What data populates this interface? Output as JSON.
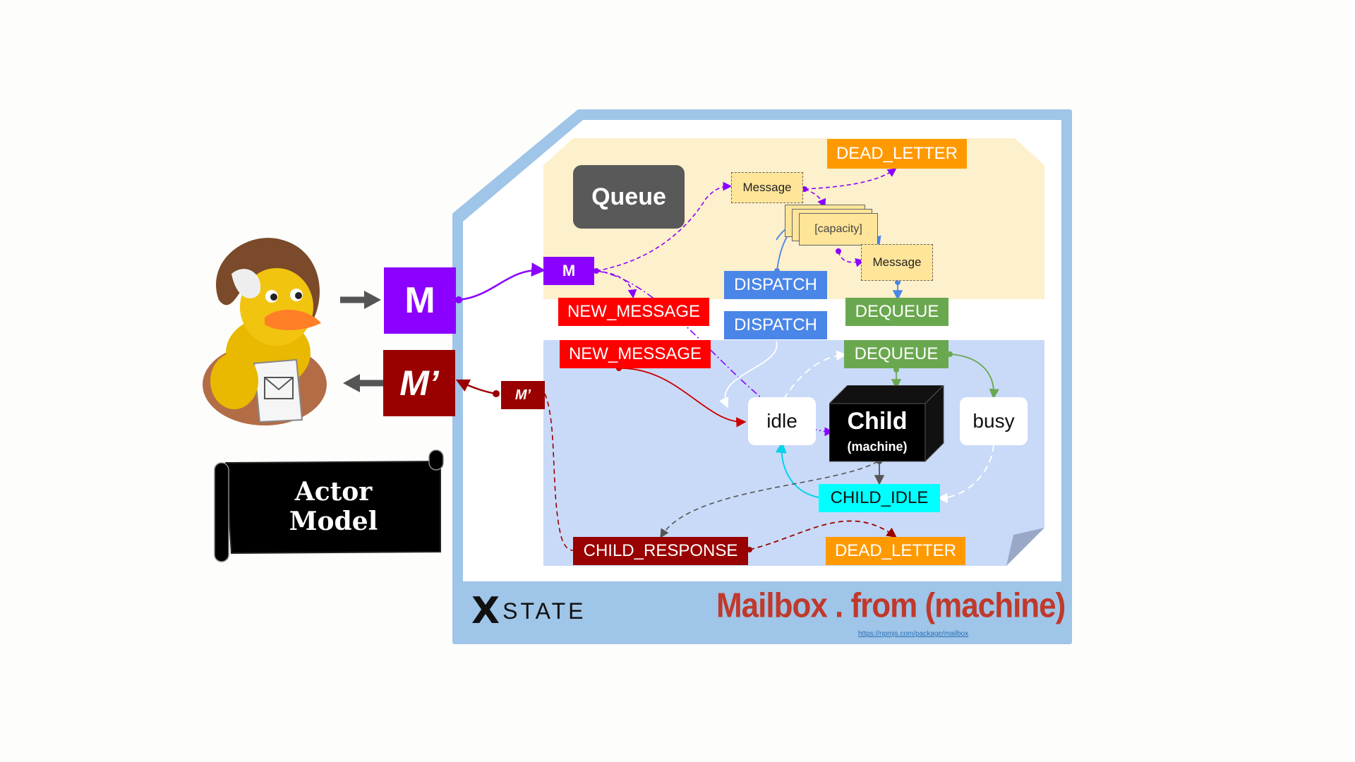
{
  "title": "Mailbox . from (machine)",
  "url": "https://npmjs.com/package/mailbox",
  "brand": {
    "x_letter": "X",
    "word": "STATE"
  },
  "scroll_text": "Actor Model",
  "queue_label": "Queue",
  "inbound_message": "M",
  "outbound_message": "M’",
  "queue_items": {
    "message_in": "Message",
    "capacity": "[capacity]",
    "message_out": "Message"
  },
  "events": {
    "dead_letter_top": "DEAD_LETTER",
    "dispatch_top": "DISPATCH",
    "dequeue_top": "DEQUEUE",
    "new_message_top": "NEW_MESSAGE",
    "dispatch_bottom": "DISPATCH",
    "new_message_bottom": "NEW_MESSAGE",
    "dequeue_bottom": "DEQUEUE",
    "child_idle": "CHILD_IDLE",
    "child_response": "CHILD_RESPONSE",
    "dead_letter_bottom": "DEAD_LETTER"
  },
  "states": {
    "idle": "idle",
    "busy": "busy"
  },
  "child": {
    "title": "Child",
    "subtitle": "(machine)"
  },
  "colors": {
    "purple": "#8b00ff",
    "red": "#ff0000",
    "dark_red": "#990000",
    "orange": "#ff9900",
    "blue": "#4a86e8",
    "green": "#6aa84f",
    "cyan": "#00ffff",
    "frame": "#9fc5e8",
    "queue_bg": "#fdf0cc",
    "machine_bg": "#c9daf8"
  }
}
